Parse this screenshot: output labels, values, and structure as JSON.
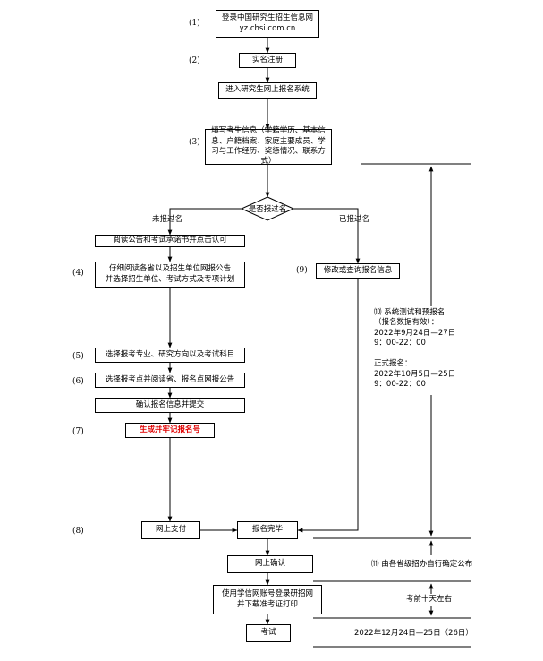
{
  "steps": {
    "s1": "(1)",
    "s2": "(2)",
    "s3": "(3)",
    "s4": "(4)",
    "s5": "(5)",
    "s6": "(6)",
    "s7": "(7)",
    "s8": "(8)",
    "s9": "(9)"
  },
  "boxes": {
    "login": "登录中国研究生招生信息网\nyz.chsi.com.cn",
    "register": "实名注册",
    "enter_system": "进入研究生网上报名系统",
    "fill_info": "填写考生信息（学籍学历、基本信息、户籍档案、家庭主要成员、学习与工作经历、奖惩情况、联系方式）",
    "decision": "是否报过名",
    "read_notice": "阅读公告和考试承诺书并点击认可",
    "read_province": "仔细阅读各省以及招生单位网报公告\n并选择招生单位、考试方式及专项计划",
    "modify_info": "修改或查询报名信息",
    "choose_major": "选择报考专业、研究方向以及考试科目",
    "choose_site": "选择报考点并阅读省、报名点网报公告",
    "confirm_submit": "确认报名信息并提交",
    "generate_no": "生成并牢记报名号",
    "online_pay": "网上支付",
    "reg_complete": "报名完毕",
    "online_confirm": "网上确认",
    "print_ticket": "使用学信网账号登录研招网\n并下载准考证打印",
    "exam": "考试"
  },
  "labels": {
    "not_registered": "未报过名",
    "registered": "已报过名",
    "timeline_10": "⑽ 系统测试和预报名\n（报名数据有效）：\n2022年9月24日—27日\n9：00-22：00\n\n正式报名：\n2022年10月5日—25日\n9：00-22：00",
    "timeline_11": "⑾ 由各省级招办自行确定公布",
    "days_before": "考前十天左右",
    "exam_date": "2022年12月24日—25日（26日）"
  }
}
